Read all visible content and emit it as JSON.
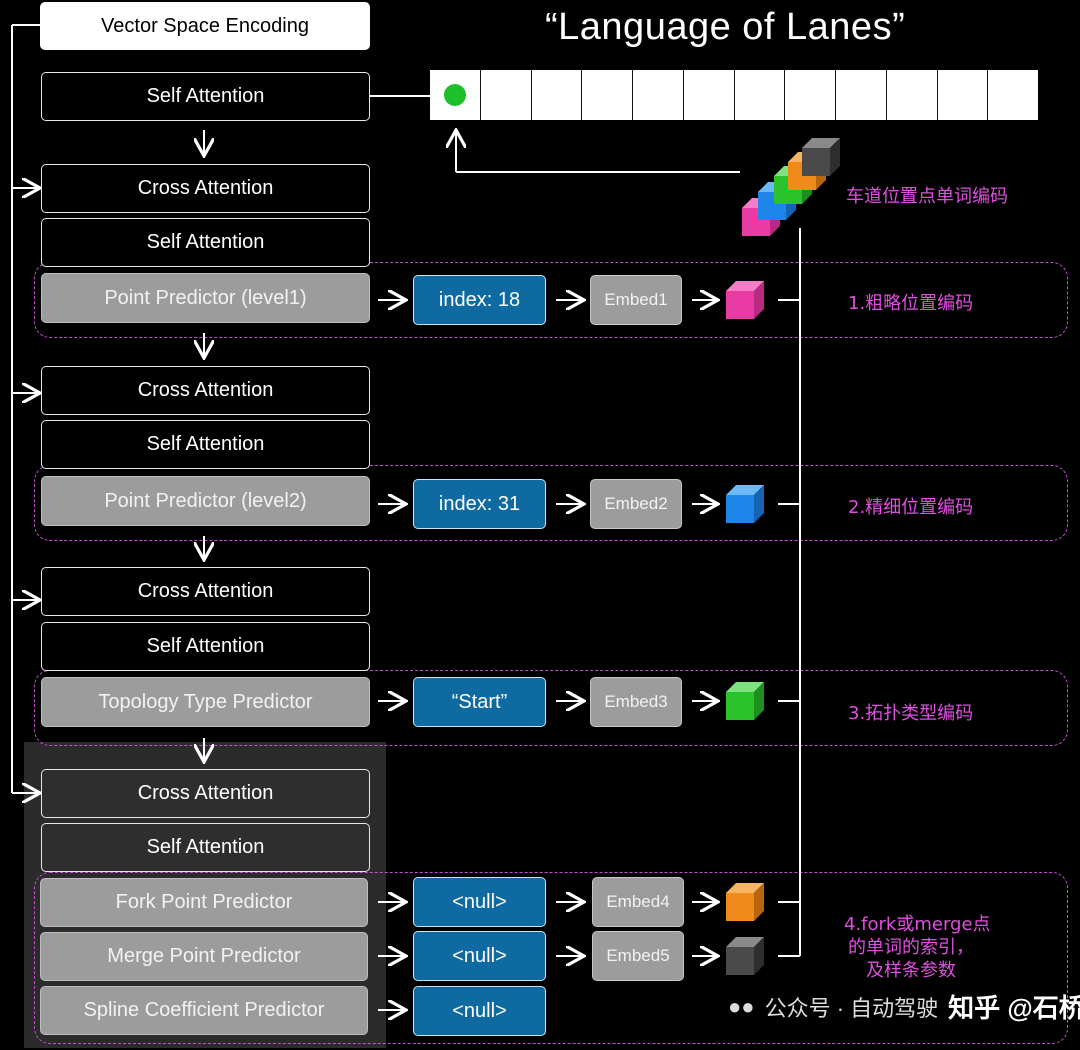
{
  "title": "“Language of Lanes”",
  "top_box": "Vector Space Encoding",
  "blocks": {
    "self_attention": "Self Attention",
    "cross_attention": "Cross Attention"
  },
  "predictors": {
    "level1": "Point Predictor (level1)",
    "level2": "Point Predictor (level2)",
    "topology": "Topology Type Predictor",
    "fork": "Fork Point Predictor",
    "merge": "Merge Point Predictor",
    "spline": "Spline Coefficient Predictor"
  },
  "outputs": {
    "level1": "index: 18",
    "level2": "index: 31",
    "topology": "“Start”",
    "fork": "<null>",
    "merge": "<null>",
    "spline": "<null>"
  },
  "embeds": {
    "e1": "Embed1",
    "e2": "Embed2",
    "e3": "Embed3",
    "e4": "Embed4",
    "e5": "Embed5"
  },
  "annotations": {
    "stack_label": "车道位置点单词编码",
    "step1": "1.粗略位置编码",
    "step2": "2.精细位置编码",
    "step3": "3.拓扑类型编码",
    "step4_line1": "4.fork或merge点",
    "step4_line2": "的单词的索引，",
    "step4_line3": "及样条参数"
  },
  "watermark": {
    "channel": "公众号 · 自动驾驶",
    "site": "知乎 @石桥"
  },
  "colors": {
    "cube1": "#e83ba3",
    "cube2": "#1e86e8",
    "cube3": "#2bc22b",
    "cube4": "#f08a1a",
    "cube5": "#4a4a4a",
    "dot": "#1dbf2a",
    "dashed_annotation": "#c64fd3"
  }
}
